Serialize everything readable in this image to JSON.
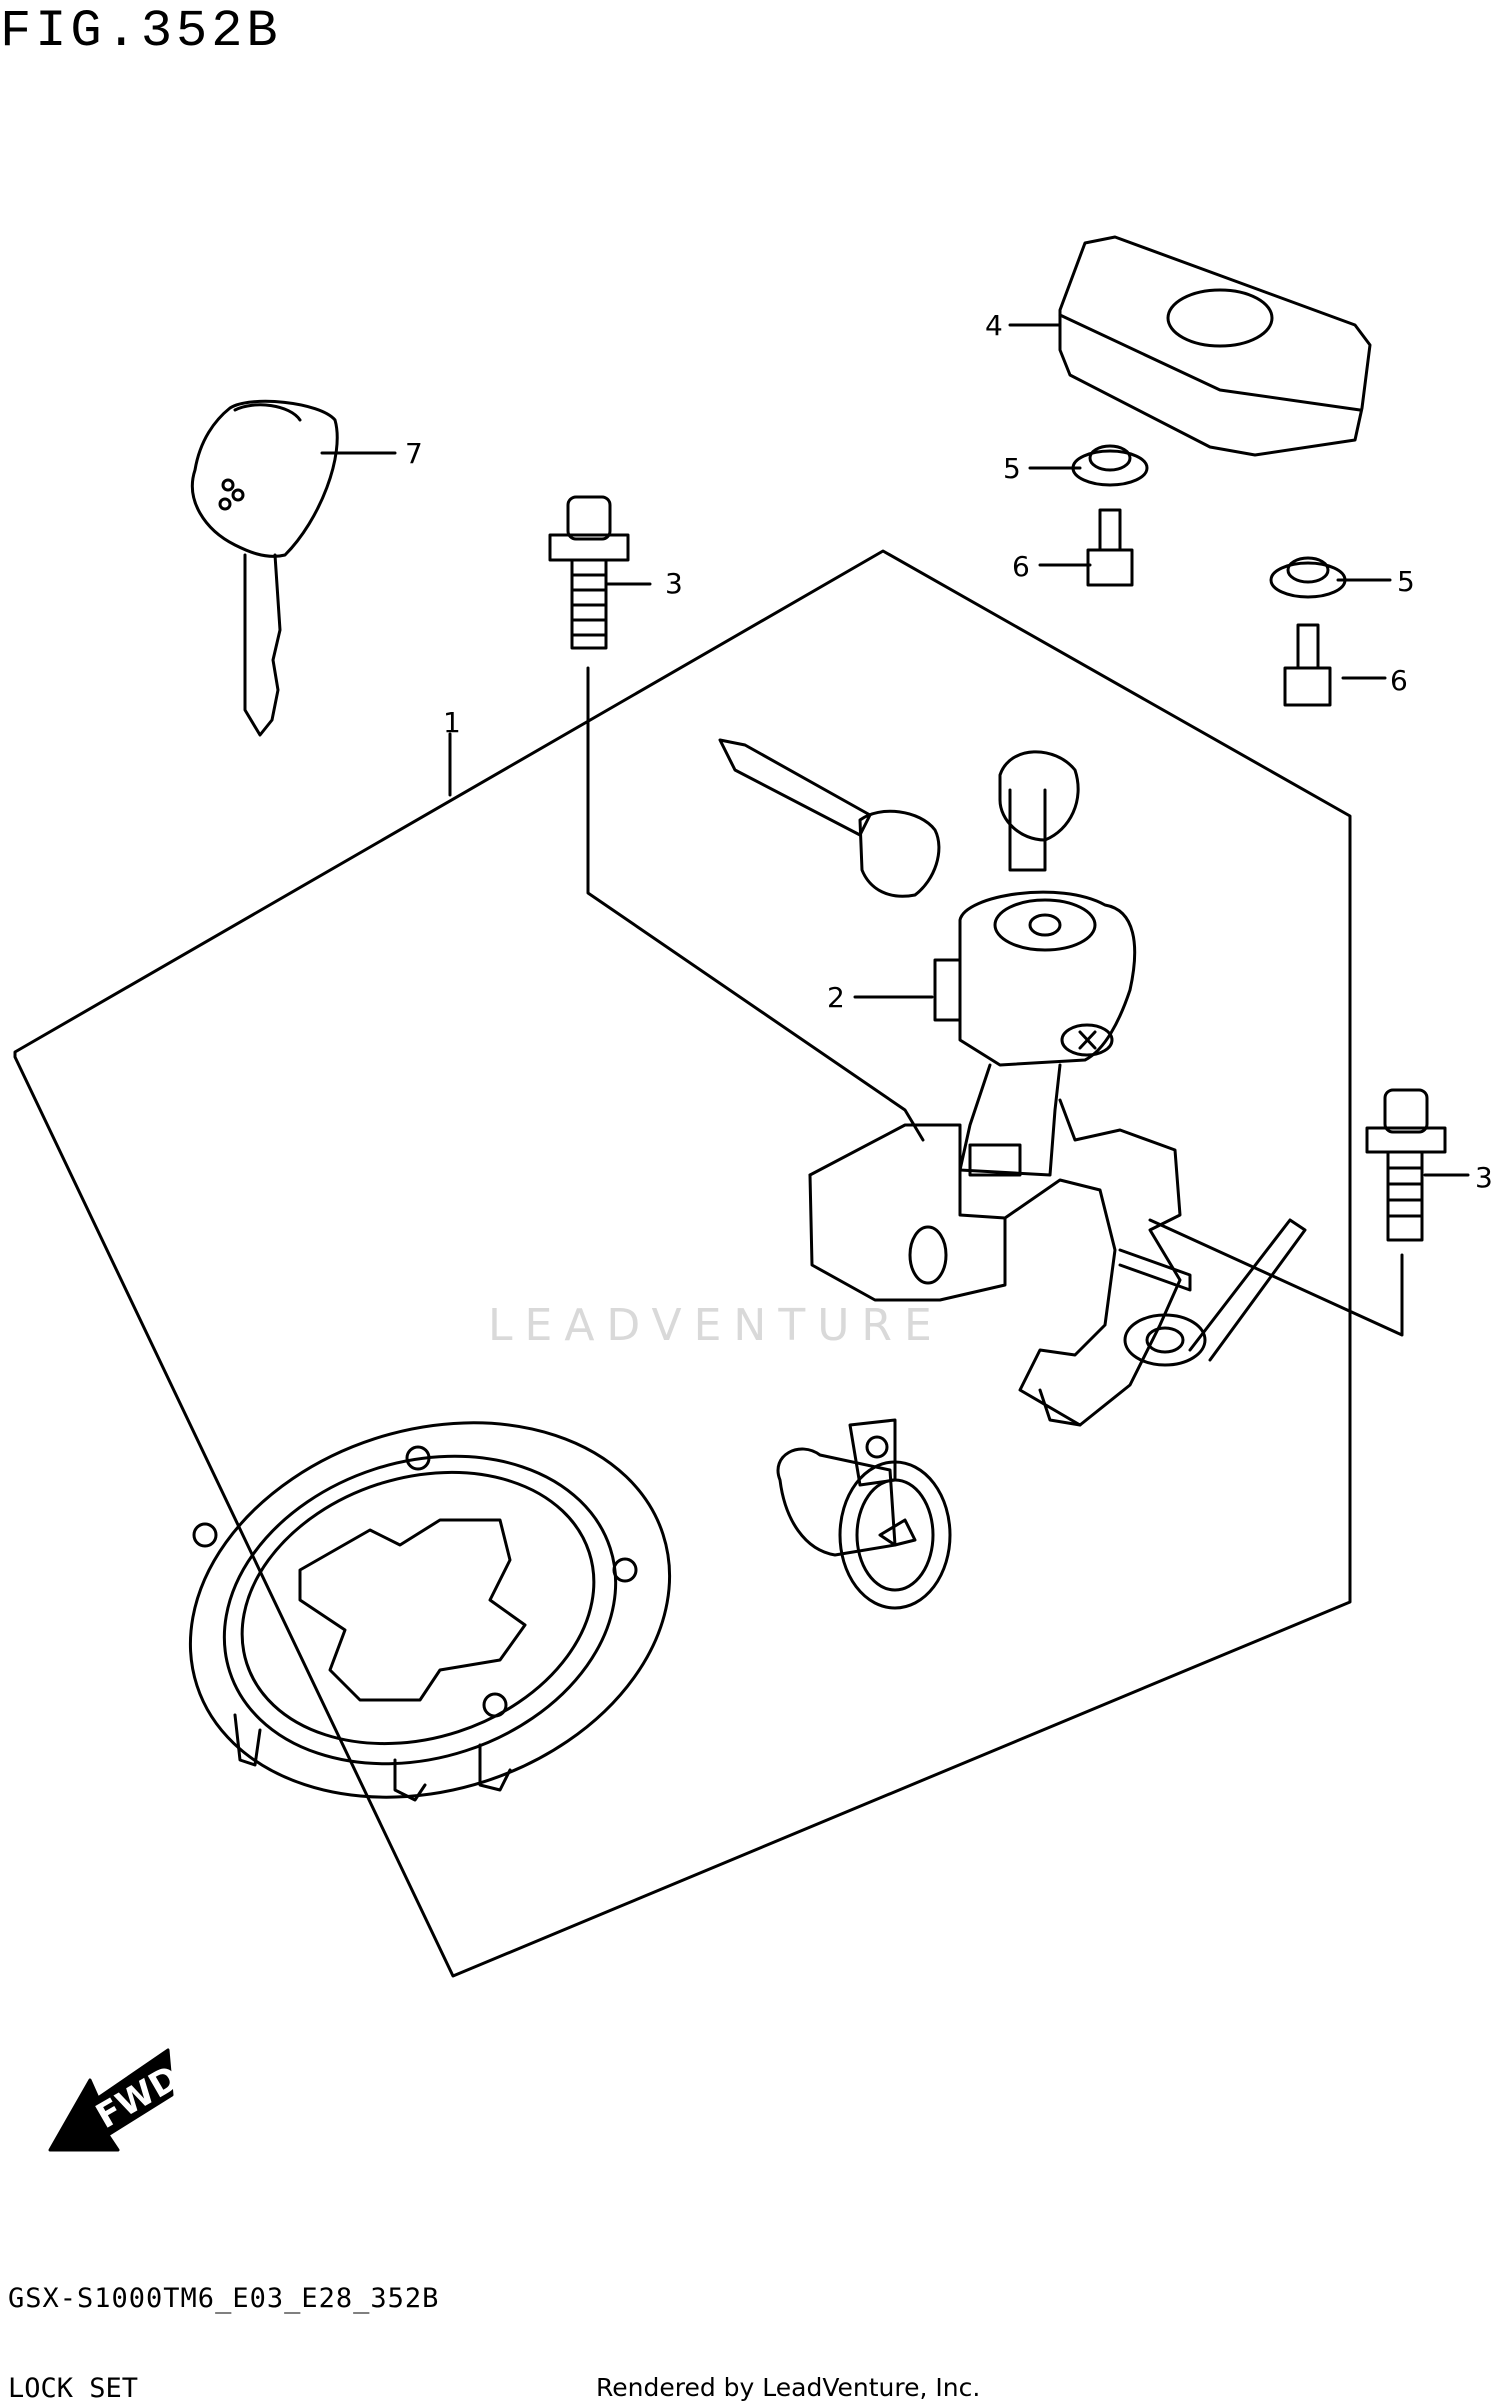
{
  "header": {
    "figure_label": "FIG.352B"
  },
  "footer": {
    "model_code": "GSX-S1000TM6_E03_E28_352B",
    "section_title": "LOCK SET",
    "render_credit": "Rendered by LeadVenture, Inc."
  },
  "watermark": {
    "text": "LEADVENTURE"
  },
  "diagram": {
    "callouts": [
      {
        "id": "c1",
        "number": "1"
      },
      {
        "id": "c2",
        "number": "2"
      },
      {
        "id": "c3a",
        "number": "3"
      },
      {
        "id": "c3b",
        "number": "3"
      },
      {
        "id": "c4",
        "number": "4"
      },
      {
        "id": "c5a",
        "number": "5"
      },
      {
        "id": "c5b",
        "number": "5"
      },
      {
        "id": "c6a",
        "number": "6"
      },
      {
        "id": "c6b",
        "number": "6"
      },
      {
        "id": "c7",
        "number": "7"
      }
    ],
    "direction_marker": "FWD"
  }
}
